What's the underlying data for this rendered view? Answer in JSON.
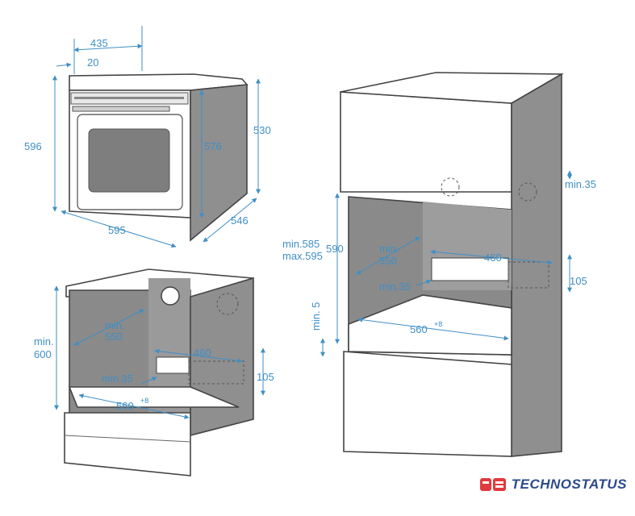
{
  "oven": {
    "depth_total": "435",
    "depth_front": "20",
    "height": "596",
    "height_inner": "576",
    "height_side": "530",
    "width": "595",
    "side_depth": "546"
  },
  "niche_under_counter": {
    "min_depth_label_1": "min.",
    "min_depth_value": "550",
    "min_height_label": "min.",
    "min_height_value": "600",
    "vent_width": "460",
    "vent_min_label": "min.35",
    "vent_height": "105",
    "width": "560",
    "width_tolerance": "+8"
  },
  "niche_column": {
    "gap": "min.35",
    "height_min": "min.585",
    "height_max": "max.595",
    "height_alt": "590",
    "depth_label": "min.",
    "depth_value": "550",
    "vent_width": "460",
    "vent_min_label": "min.35",
    "vent_height": "105",
    "bottom_min": "min. 5",
    "width": "560",
    "width_tolerance": "+8"
  },
  "brand": {
    "name": "TECHNOSTATUS",
    "color": "#2c4a8c",
    "accent": "#e03a3e",
    "icon": "ts-logo-icon"
  }
}
